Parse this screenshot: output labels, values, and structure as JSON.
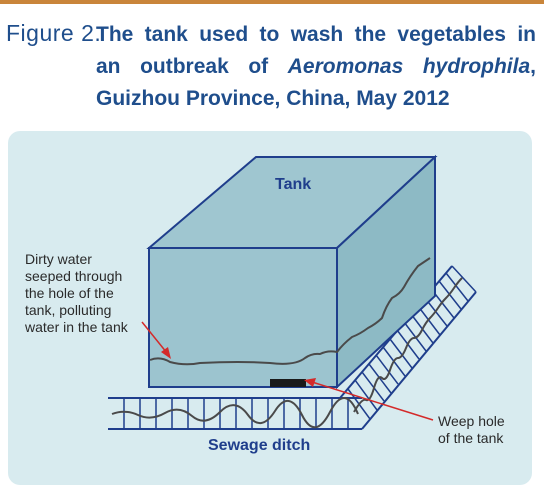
{
  "caption": {
    "figure_label": "Figure 2.",
    "title_line1": "The tank used to wash the vegetables in",
    "title_line2_pre": "an outbreak of ",
    "title_line2_italic": "Aeromonas hydrophila",
    "title_line2_post": ",",
    "title_line3": "Guizhou Province, China, May 2012"
  },
  "labels": {
    "tank": "Tank",
    "dirty_water_1": "Dirty water",
    "dirty_water_2": "seeped through",
    "dirty_water_3": "the hole of the",
    "dirty_water_4": "tank, polluting",
    "dirty_water_5": "water in the tank",
    "weep_hole_1": "Weep hole",
    "weep_hole_2": "of the tank",
    "sewage_ditch": "Sewage ditch"
  },
  "colors": {
    "accent_rule": "#c9853a",
    "caption_text": "#1f4e8c",
    "panel_bg": "#d8ebef",
    "tank_fill": "#9cc4cf",
    "tank_edge": "#1f3e8c",
    "arrow": "#d42a2a",
    "ditch_line": "#1f3e8c",
    "sewage_line": "#4a4a4a"
  }
}
